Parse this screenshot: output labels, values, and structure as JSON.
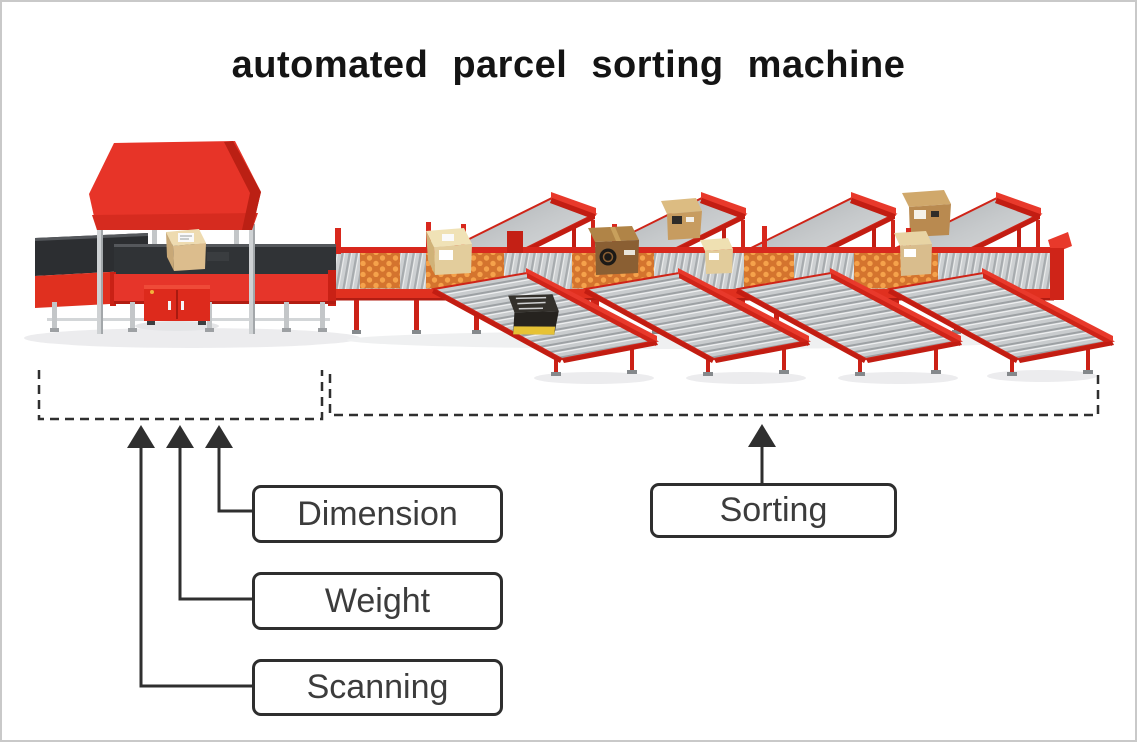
{
  "page": {
    "title": "automated parcel sorting machine",
    "background": "#ffffff",
    "frame_color": "#c9c9c9"
  },
  "process_labels": {
    "dimension": "Dimension",
    "weight": "Weight",
    "scanning": "Scanning",
    "sorting": "Sorting"
  },
  "machine": {
    "illustration": "red automated parcel sorting system with parcels",
    "left_station": "scanning / weighing / dimensioning tunnel over belt conveyor with control cabinet",
    "right_station": "roller sorting line with orange swivel-wheel diverters and four branch chutes",
    "accent_red": "#e0301f",
    "diverter_orange": "#f09a4a",
    "roller_silver": "#c9ccce",
    "belt_black": "#2e3134",
    "cardboard": "#d9b98c",
    "annotation_color": "#2f2f2f"
  }
}
